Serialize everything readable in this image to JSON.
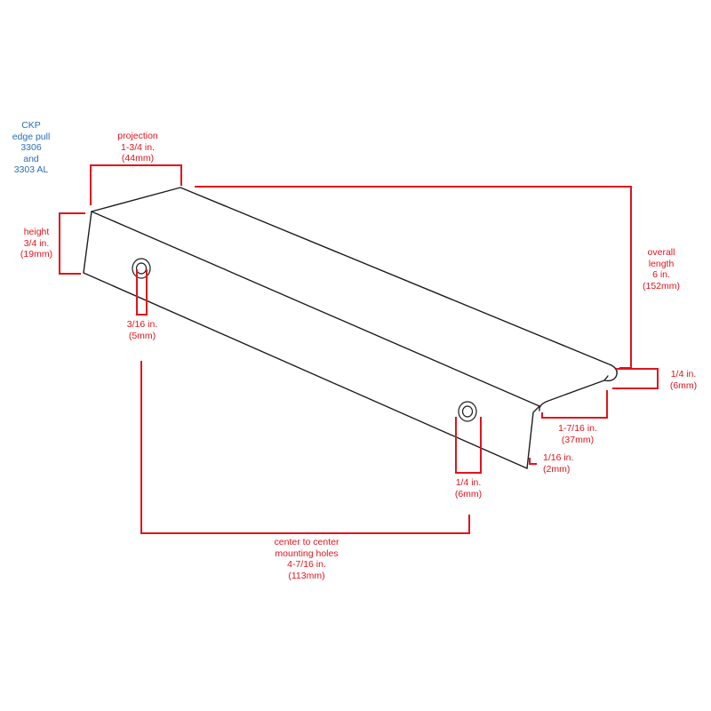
{
  "colors": {
    "dimension": "#e0141c",
    "title": "#2a6db5",
    "outline": "#1e1e1e",
    "background": "#ffffff"
  },
  "title": {
    "lines": [
      "CKP",
      "edge pull",
      "3306",
      "and",
      "3303 AL"
    ]
  },
  "dimensions": {
    "projection": {
      "lines": [
        "projection",
        "1-3/4 in.",
        "(44mm)"
      ]
    },
    "height": {
      "lines": [
        "height",
        "3/4 in.",
        "(19mm)"
      ]
    },
    "overall_length": {
      "lines": [
        "overall",
        "length",
        "6 in.",
        "(152mm)"
      ]
    },
    "hole_diameter": {
      "lines": [
        "3/16 in.",
        "(5mm)"
      ]
    },
    "lip_height": {
      "lines": [
        "1/4 in.",
        "(6mm)"
      ]
    },
    "lip_depth": {
      "lines": [
        "1-7/16 in.",
        "(37mm)"
      ]
    },
    "thickness": {
      "lines": [
        "1/16 in.",
        "(2mm)"
      ]
    },
    "counterbore": {
      "lines": [
        "1/4 in.",
        "(6mm)"
      ]
    },
    "center_to_center": {
      "lines": [
        "center to center",
        "mounting holes",
        "4-7/16 in.",
        "(113mm)"
      ]
    }
  }
}
